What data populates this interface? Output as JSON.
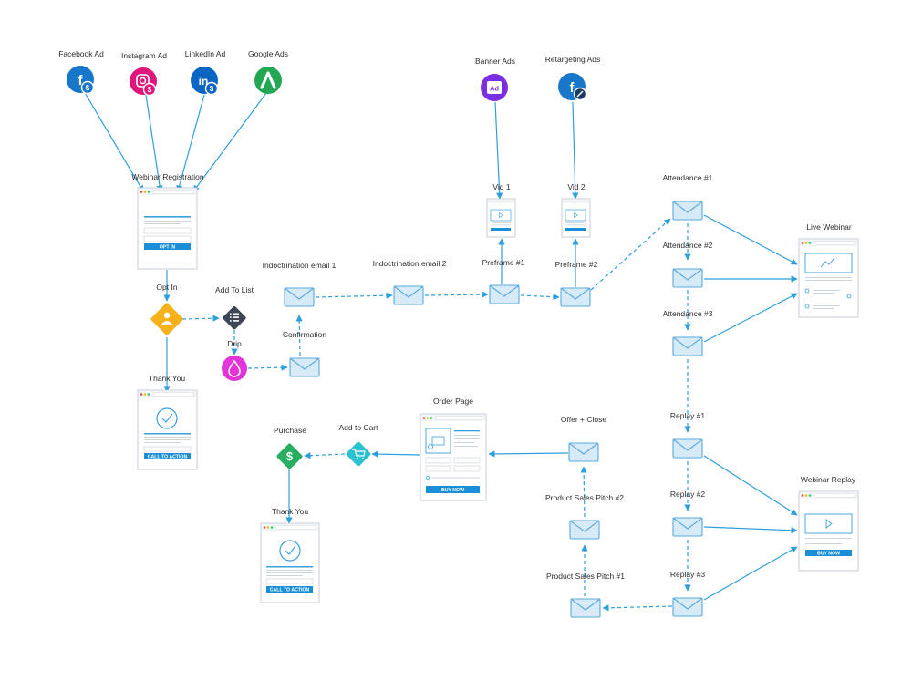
{
  "colors": {
    "connector": "#2e9fdc",
    "facebook": "#1877c9",
    "instagram": "#e0177a",
    "linkedin": "#0a66c2",
    "google": "#22a753",
    "banner": "#7b2fe3",
    "optin": "#f7b21b",
    "addlist": "#3d4654",
    "drip": "#e234d8",
    "cart": "#2bc2cf",
    "purchase": "#27ae60",
    "envelope": "#d7eaf7",
    "button": "#1a8fd8"
  },
  "sources": {
    "facebook": "Facebook Ad",
    "instagram": "Instagram Ad",
    "linkedin": "LinkedIn Ad",
    "google": "Google Ads",
    "banner": "Banner Ads",
    "banner_icon_text": "Ad",
    "retargeting": "Retargeting Ads"
  },
  "pages": {
    "webinar_registration": {
      "label": "Webinar Registration",
      "button": "OPT IN"
    },
    "thank_you_1": {
      "label": "Thank You",
      "button": "CALL TO ACTION"
    },
    "vid1": {
      "label": "Vid 1"
    },
    "vid2": {
      "label": "Vid 2"
    },
    "live_webinar": {
      "label": "Live Webinar"
    },
    "webinar_replay": {
      "label": "Webinar Replay",
      "button": "BUY NOW"
    },
    "order_page": {
      "label": "Order Page",
      "button": "BUY NOW"
    },
    "thank_you_2": {
      "label": "Thank You",
      "button": "CALL TO ACTION"
    }
  },
  "actions": {
    "opt_in": "Opt In",
    "add_to_list": "Add To List",
    "drip": "Drip",
    "add_to_cart": "Add to Cart",
    "purchase": "Purchase"
  },
  "emails": {
    "confirmation": "Confirmation",
    "indoc1": "Indoctrination email 1",
    "indoc2": "Indoctrination email 2",
    "preframe1": "Preframe #1",
    "preframe2": "Preframe #2",
    "attendance1": "Attendance #1",
    "attendance2": "Attendance #2",
    "attendance3": "Attendance #3",
    "replay1": "Replay #1",
    "replay2": "Replay #2",
    "replay3": "Replay #3",
    "pitch1": "Product Sales Pitch #1",
    "pitch2": "Product Sales Pitch #2",
    "offer_close": "Offer + Close"
  }
}
